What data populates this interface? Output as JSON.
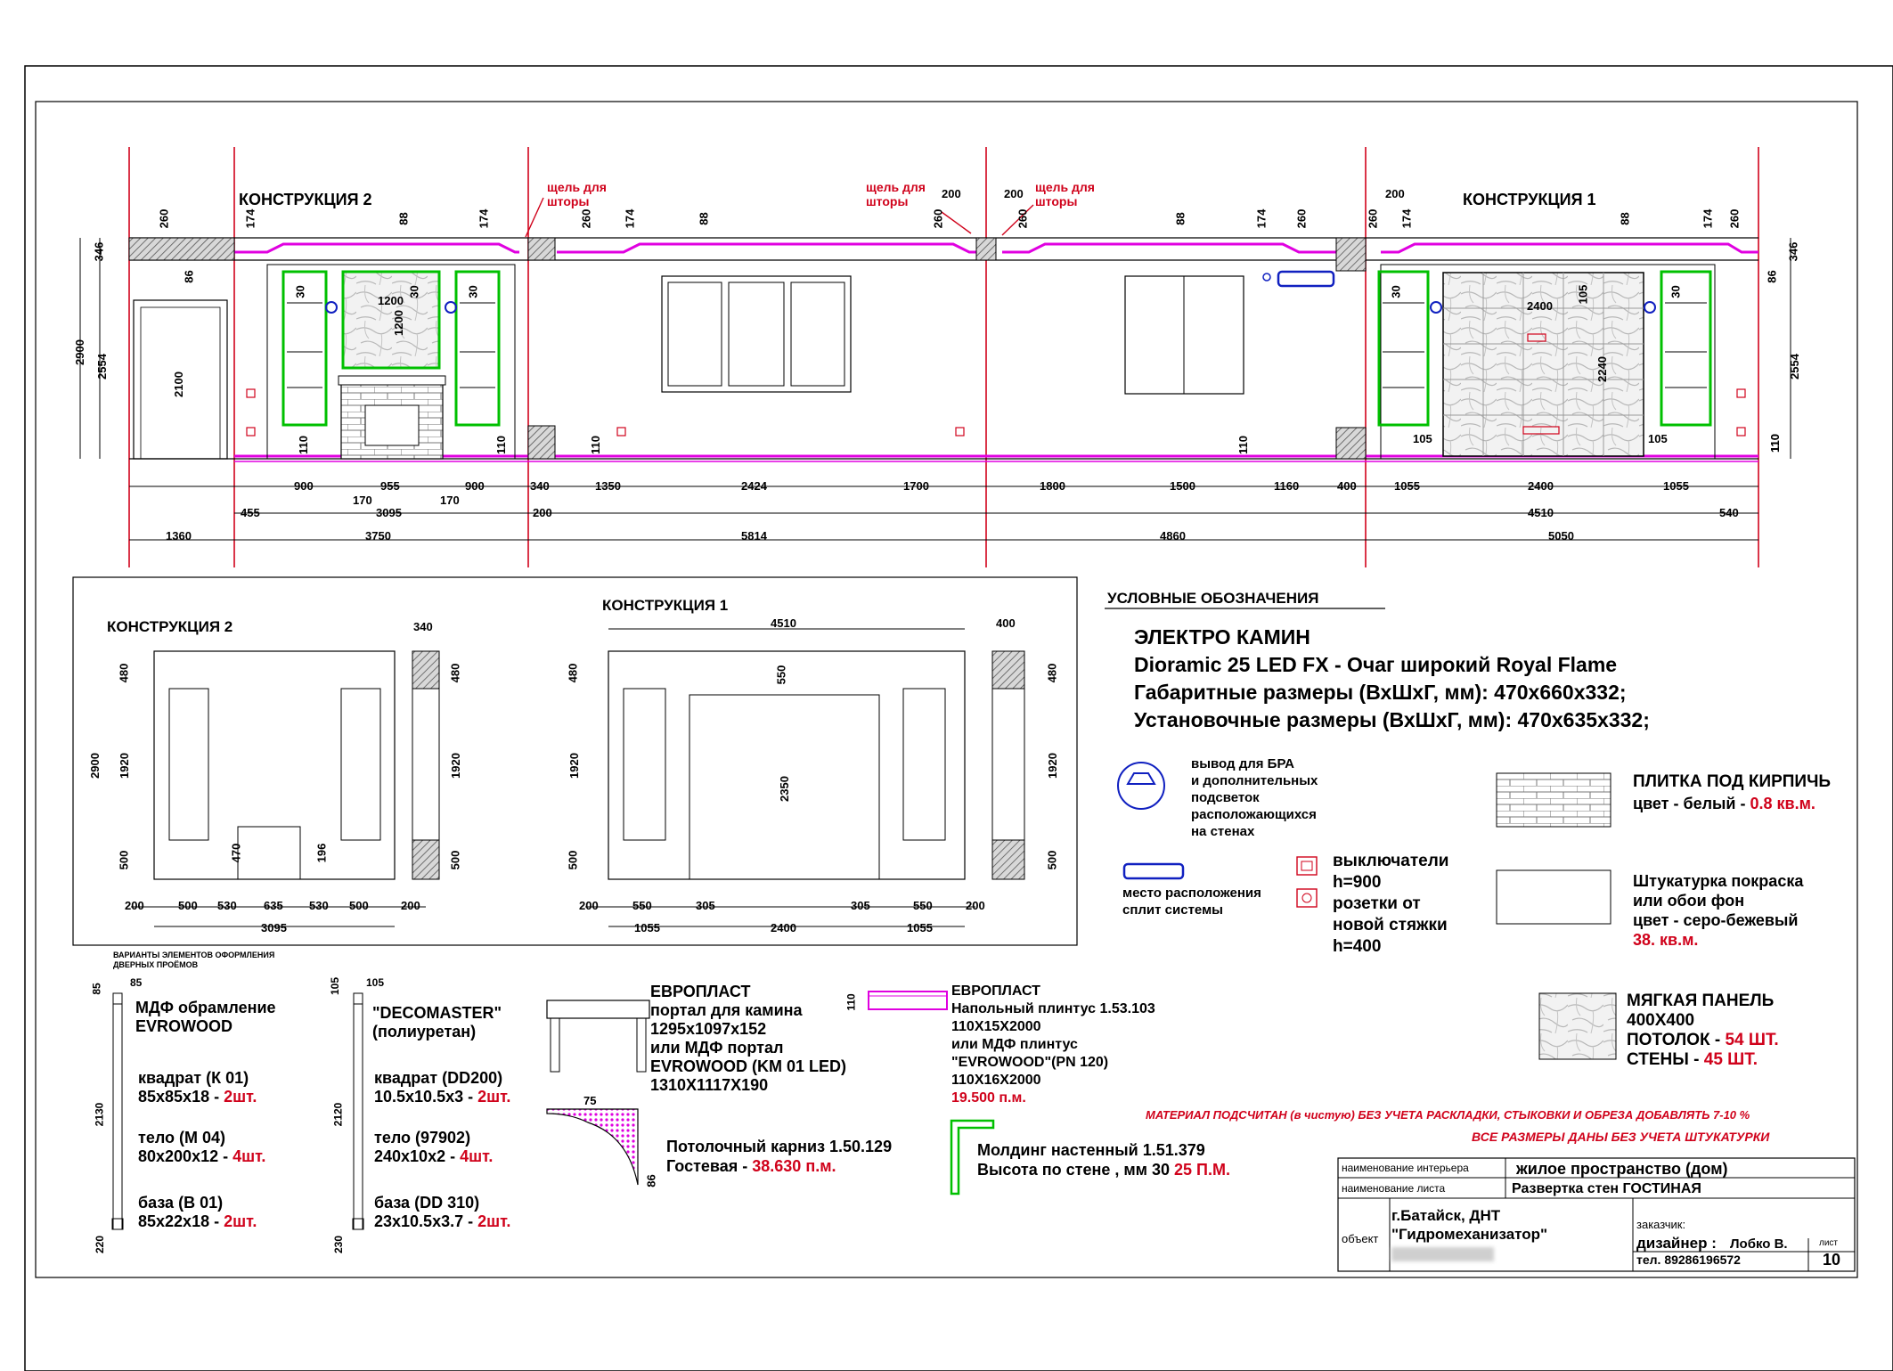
{
  "elevation": {
    "section_titles": [
      "КОНСТРУКЦИЯ 2",
      "КОНСТРУКЦИЯ 1"
    ],
    "curtain_gap_note": "щель для\nшторы",
    "top_dims": [
      "260",
      "174",
      "88",
      "174",
      "260",
      "174",
      "88",
      "260",
      "200",
      "200",
      "260",
      "88",
      "174",
      "260",
      "200",
      "260",
      "174",
      "88",
      "174",
      "260"
    ],
    "left_dims": [
      "346",
      "86",
      "2900",
      "2554",
      "2100"
    ],
    "right_dims": [
      "346",
      "86",
      "2554",
      "110"
    ],
    "wall_labels": [
      "1200",
      "1200",
      "30",
      "30",
      "30",
      "30",
      "2400",
      "105",
      "2240",
      "30",
      "110",
      "110",
      "110",
      "110",
      "110",
      "105",
      "105"
    ],
    "row1_dims": [
      "900",
      "955",
      "900",
      "340",
      "1350",
      "2424",
      "1700",
      "1800",
      "1500",
      "1160",
      "400",
      "1055",
      "2400",
      "1055"
    ],
    "row2_dims": [
      "455",
      "170",
      "170",
      "3095",
      "200",
      "4510",
      "540"
    ],
    "row3_dims": [
      "1360",
      "3750",
      "5814",
      "4860",
      "5050"
    ]
  },
  "sections": {
    "c2_title": "КОНСТРУКЦИЯ 2",
    "c1_title": "КОНСТРУКЦИЯ 1",
    "c2_dims": [
      "340",
      "480",
      "1920",
      "500",
      "2900",
      "470",
      "196",
      "200",
      "500",
      "530",
      "635",
      "530",
      "500",
      "200",
      "3095",
      "480",
      "1920",
      "500"
    ],
    "c1_dims": [
      "4510",
      "400",
      "480",
      "1920",
      "500",
      "550",
      "2350",
      "200",
      "550",
      "305",
      "305",
      "550",
      "200",
      "1055",
      "2400",
      "1055",
      "480",
      "1920",
      "500"
    ]
  },
  "legend": {
    "title": "УСЛОВНЫЕ ОБОЗНАЧЕНИЯ",
    "fireplace_l1": "ЭЛЕКТРО КАМИН",
    "fireplace_l2": "Dioramic 25 LED FX - Очаг широкий Royal Flame",
    "fireplace_l3": "Габаритные размеры (ВхШхГ, мм): 470х660х332;",
    "fireplace_l4": "Установочные размеры (ВхШхГ, мм): 470х635х332;",
    "bra_l1": "вывод для БРА",
    "bra_l2": "и дополнительных",
    "bra_l3": "подсветок",
    "bra_l4": "расположающихся",
    "bra_l5": "на стенах",
    "ac_l1": "место расположения",
    "ac_l2": "сплит системы",
    "sw_l1": "выключатели",
    "sw_l2": "h=900",
    "sw_l3": "розетки от",
    "sw_l4": "новой стяжки",
    "sw_l5": "h=400",
    "tile_title": "ПЛИТКА ПОД КИРПИЧЬ",
    "tile_color": "цвет - белый -",
    "tile_area": "0.8 кв.м.",
    "plaster_l1": "Штукатурка покраска",
    "plaster_l2": "или обои фон",
    "plaster_l3": "цвет - серо-бежевый",
    "plaster_area": "38. кв.м.",
    "soft_title": "МЯГКАЯ ПАНЕЛЬ",
    "soft_size": "400Х400",
    "soft_ceiling": "ПОТОЛОК -",
    "soft_ceiling_qty": "54 ШТ.",
    "soft_walls": "СТЕНЫ -",
    "soft_walls_qty": "45 ШТ."
  },
  "elements": {
    "variants_l1": "ВАРИАНТЫ ЭЛЕМЕНТОВ ОФОРМЛЕНИЯ",
    "variants_l2": "ДВЕРНЫХ ПРОЁМОВ",
    "mdf_l1": "МДФ обрамление",
    "mdf_l2": "EVROWOOD",
    "mdf_q": "квадрат (К 01)",
    "mdf_q_size": "85x85x18 -",
    "mdf_q_qty": "2шт.",
    "mdf_b": "тело (М 04)",
    "mdf_b_size": "80x200x12 -",
    "mdf_b_qty": "4шт.",
    "mdf_base": "база (В 01)",
    "mdf_base_size": "85x22x18 -",
    "mdf_base_qty": "2шт.",
    "mdf_dims": [
      "85",
      "85",
      "2130",
      "220"
    ],
    "deco_l1": "\"DECOMASTER\"",
    "deco_l2": "(полиуретан)",
    "deco_q": "квадрат (DD200)",
    "deco_q_size": "10.5x10.5x3 -",
    "deco_q_qty": "2шт.",
    "deco_b": "тело (97902)",
    "deco_b_size": "240x10x2 -",
    "deco_b_qty": "4шт.",
    "deco_base": "база (DD 310)",
    "deco_base_size": "23x10.5x3.7 -",
    "deco_base_qty": "2шт.",
    "deco_dims": [
      "105",
      "105",
      "2120",
      "230"
    ],
    "euro1_title": "ЕВРОПЛАСТ",
    "euro1_l1": "портал для камина",
    "euro1_l2": "1295x1097x152",
    "euro1_l3": "или МДФ портал",
    "euro1_l4": "EVROWOOD (KM 01 LED)",
    "euro1_l5": "1310X1117X190",
    "cornice_dims": [
      "75",
      "86"
    ],
    "cornice_l1": "Потолочный карниз 1.50.129",
    "cornice_l2": "Гостевая -",
    "cornice_qty": "38.630 п.м.",
    "euro2_title": "ЕВРОПЛАСТ",
    "euro2_dim": "110",
    "euro2_l1": "Напольный плинтус 1.53.103",
    "euro2_l2": "110Х15Х2000",
    "euro2_l3": "или МДФ плинтус",
    "euro2_l4": "\"EVROWOOD\"(PN 120)",
    "euro2_l5": "110Х16Х2000",
    "euro2_qty": "19.500 п.м.",
    "molding_l1": "Молдинг настенный 1.51.379",
    "molding_l2": "Высота по стене , мм 30",
    "molding_qty": "25 П.М."
  },
  "notes": {
    "note1": "МАТЕРИАЛ ПОДСЧИТАН (в чистую) БЕЗ УЧЕТА РАСКЛАДКИ, СТЫКОВКИ И ОБРЕЗА ДОБАВЛЯТЬ 7-10 %",
    "note2": "ВСЕ РАЗМЕРЫ ДАНЫ БЕЗ УЧЕТА ШТУКАТУРКИ"
  },
  "title_block": {
    "interior_label": "наименование интерьера",
    "interior_value": "жилое пространство (дом)",
    "sheet_label": "наименование листа",
    "sheet_value": "Развертка стен ГОСТИНАЯ",
    "object_label": "объект",
    "object_l1": "г.Батайск, ДНТ",
    "object_l2": "\"Гидромеханизатор\"",
    "customer_label": "заказчик:",
    "designer_label": "дизайнер :",
    "designer_name": "Лобко В.",
    "phone": "тел. 89286196572",
    "sheet_no_label": "лист",
    "sheet_no": "10"
  },
  "colors": {
    "ink": "#000000",
    "magenta": "#e000e0",
    "red": "#d0021b",
    "green": "#00c000",
    "blue": "#1020c0",
    "hatch": "#808080"
  }
}
